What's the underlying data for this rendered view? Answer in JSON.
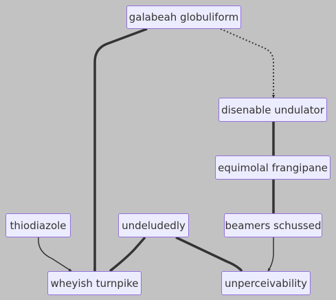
{
  "diagram": {
    "type": "flowchart",
    "direction": "top-to-bottom",
    "colors": {
      "background": "#c2c2c2",
      "node_fill": "#ececff",
      "node_border": "#9370db",
      "node_text": "#333333",
      "edge": "#333333"
    },
    "nodes": [
      {
        "id": "n1",
        "label": "galabeah globuliform"
      },
      {
        "id": "n2",
        "label": "disenable undulator"
      },
      {
        "id": "n3",
        "label": "equimolal frangipane"
      },
      {
        "id": "n4",
        "label": "beamers schussed"
      },
      {
        "id": "n5",
        "label": "thiodiazole"
      },
      {
        "id": "n6",
        "label": "undeludedly"
      },
      {
        "id": "n7",
        "label": "wheyish turnpike"
      },
      {
        "id": "n8",
        "label": "unperceivability"
      }
    ],
    "edges": [
      {
        "from": "n1",
        "to": "n2",
        "style": "dotted"
      },
      {
        "from": "n1",
        "to": "n7",
        "style": "thick"
      },
      {
        "from": "n2",
        "to": "n3",
        "style": "thick"
      },
      {
        "from": "n3",
        "to": "n4",
        "style": "thick"
      },
      {
        "from": "n4",
        "to": "n8",
        "style": "normal"
      },
      {
        "from": "n5",
        "to": "n7",
        "style": "normal"
      },
      {
        "from": "n6",
        "to": "n7",
        "style": "thick"
      },
      {
        "from": "n6",
        "to": "n8",
        "style": "thick"
      }
    ]
  }
}
